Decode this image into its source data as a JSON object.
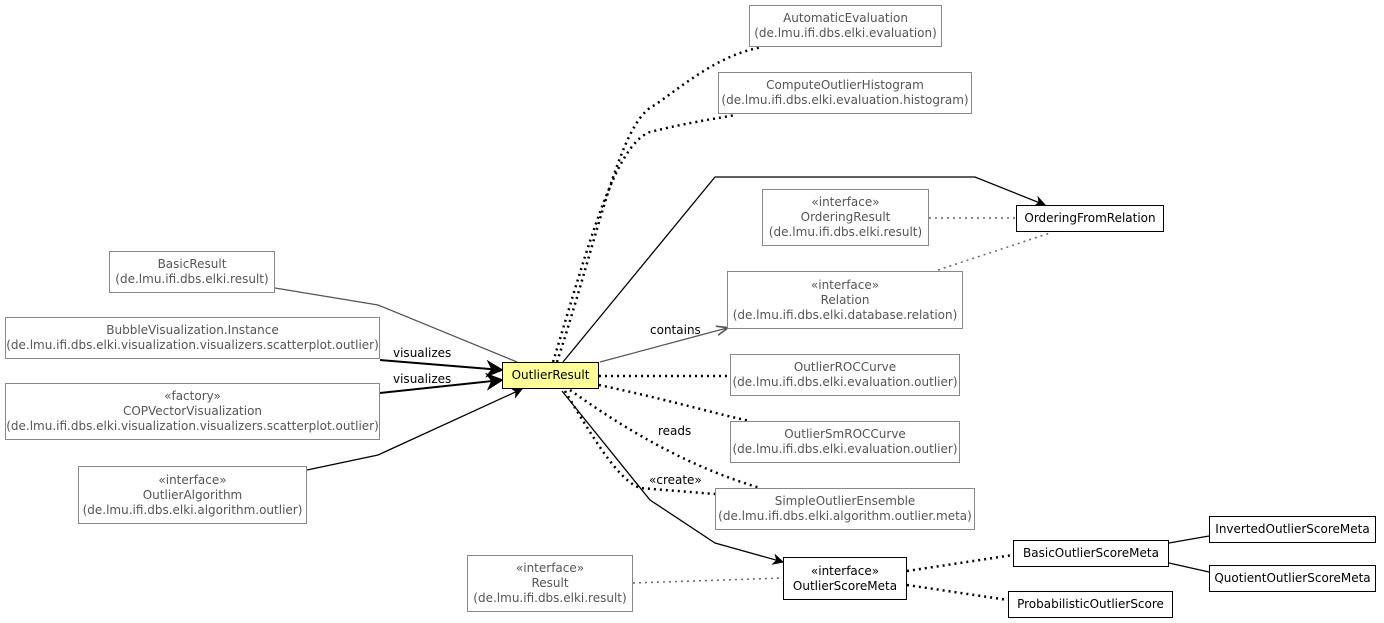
{
  "nodes": {
    "automatic_evaluation": {
      "name": "AutomaticEvaluation",
      "pkg": "(de.lmu.ifi.dbs.elki.evaluation)"
    },
    "compute_outlier_histogram": {
      "name": "ComputeOutlierHistogram",
      "pkg": "(de.lmu.ifi.dbs.elki.evaluation.histogram)"
    },
    "ordering_result": {
      "stereotype": "«interface»",
      "name": "OrderingResult",
      "pkg": "(de.lmu.ifi.dbs.elki.result)"
    },
    "ordering_from_relation": {
      "name": "OrderingFromRelation"
    },
    "basic_result": {
      "name": "BasicResult",
      "pkg": "(de.lmu.ifi.dbs.elki.result)"
    },
    "relation": {
      "stereotype": "«interface»",
      "name": "Relation",
      "pkg": "(de.lmu.ifi.dbs.elki.database.relation)"
    },
    "bubble_visualization": {
      "name": "BubbleVisualization.Instance",
      "pkg": "(de.lmu.ifi.dbs.elki.visualization.visualizers.scatterplot.outlier)"
    },
    "outlier_result": {
      "name": "OutlierResult"
    },
    "outlier_roc_curve": {
      "name": "OutlierROCCurve",
      "pkg": "(de.lmu.ifi.dbs.elki.evaluation.outlier)"
    },
    "cop_vector_visualization": {
      "stereotype": "«factory»",
      "name": "COPVectorVisualization",
      "pkg": "(de.lmu.ifi.dbs.elki.visualization.visualizers.scatterplot.outlier)"
    },
    "outlier_smroc_curve": {
      "name": "OutlierSmROCCurve",
      "pkg": "(de.lmu.ifi.dbs.elki.evaluation.outlier)"
    },
    "outlier_algorithm": {
      "stereotype": "«interface»",
      "name": "OutlierAlgorithm",
      "pkg": "(de.lmu.ifi.dbs.elki.algorithm.outlier)"
    },
    "simple_outlier_ensemble": {
      "name": "SimpleOutlierEnsemble",
      "pkg": "(de.lmu.ifi.dbs.elki.algorithm.outlier.meta)"
    },
    "inverted_outlier_score_meta": {
      "name": "InvertedOutlierScoreMeta"
    },
    "basic_outlier_score_meta": {
      "name": "BasicOutlierScoreMeta"
    },
    "result": {
      "stereotype": "«interface»",
      "name": "Result",
      "pkg": "(de.lmu.ifi.dbs.elki.result)"
    },
    "outlier_score_meta": {
      "stereotype": "«interface»",
      "name": "OutlierScoreMeta"
    },
    "quotient_outlier_score_meta": {
      "name": "QuotientOutlierScoreMeta"
    },
    "probabilistic_outlier_score": {
      "name": "ProbabilisticOutlierScore"
    }
  },
  "edge_labels": {
    "contains": "contains",
    "visualizes_1": "visualizes",
    "visualizes_2": "visualizes",
    "reads": "reads",
    "create": "«create»"
  },
  "colors": {
    "focus_fill": "#ffff99",
    "muted_border": "#888888",
    "muted_text": "#555555",
    "edge_dark": "#000000",
    "edge_gray": "#555555"
  }
}
